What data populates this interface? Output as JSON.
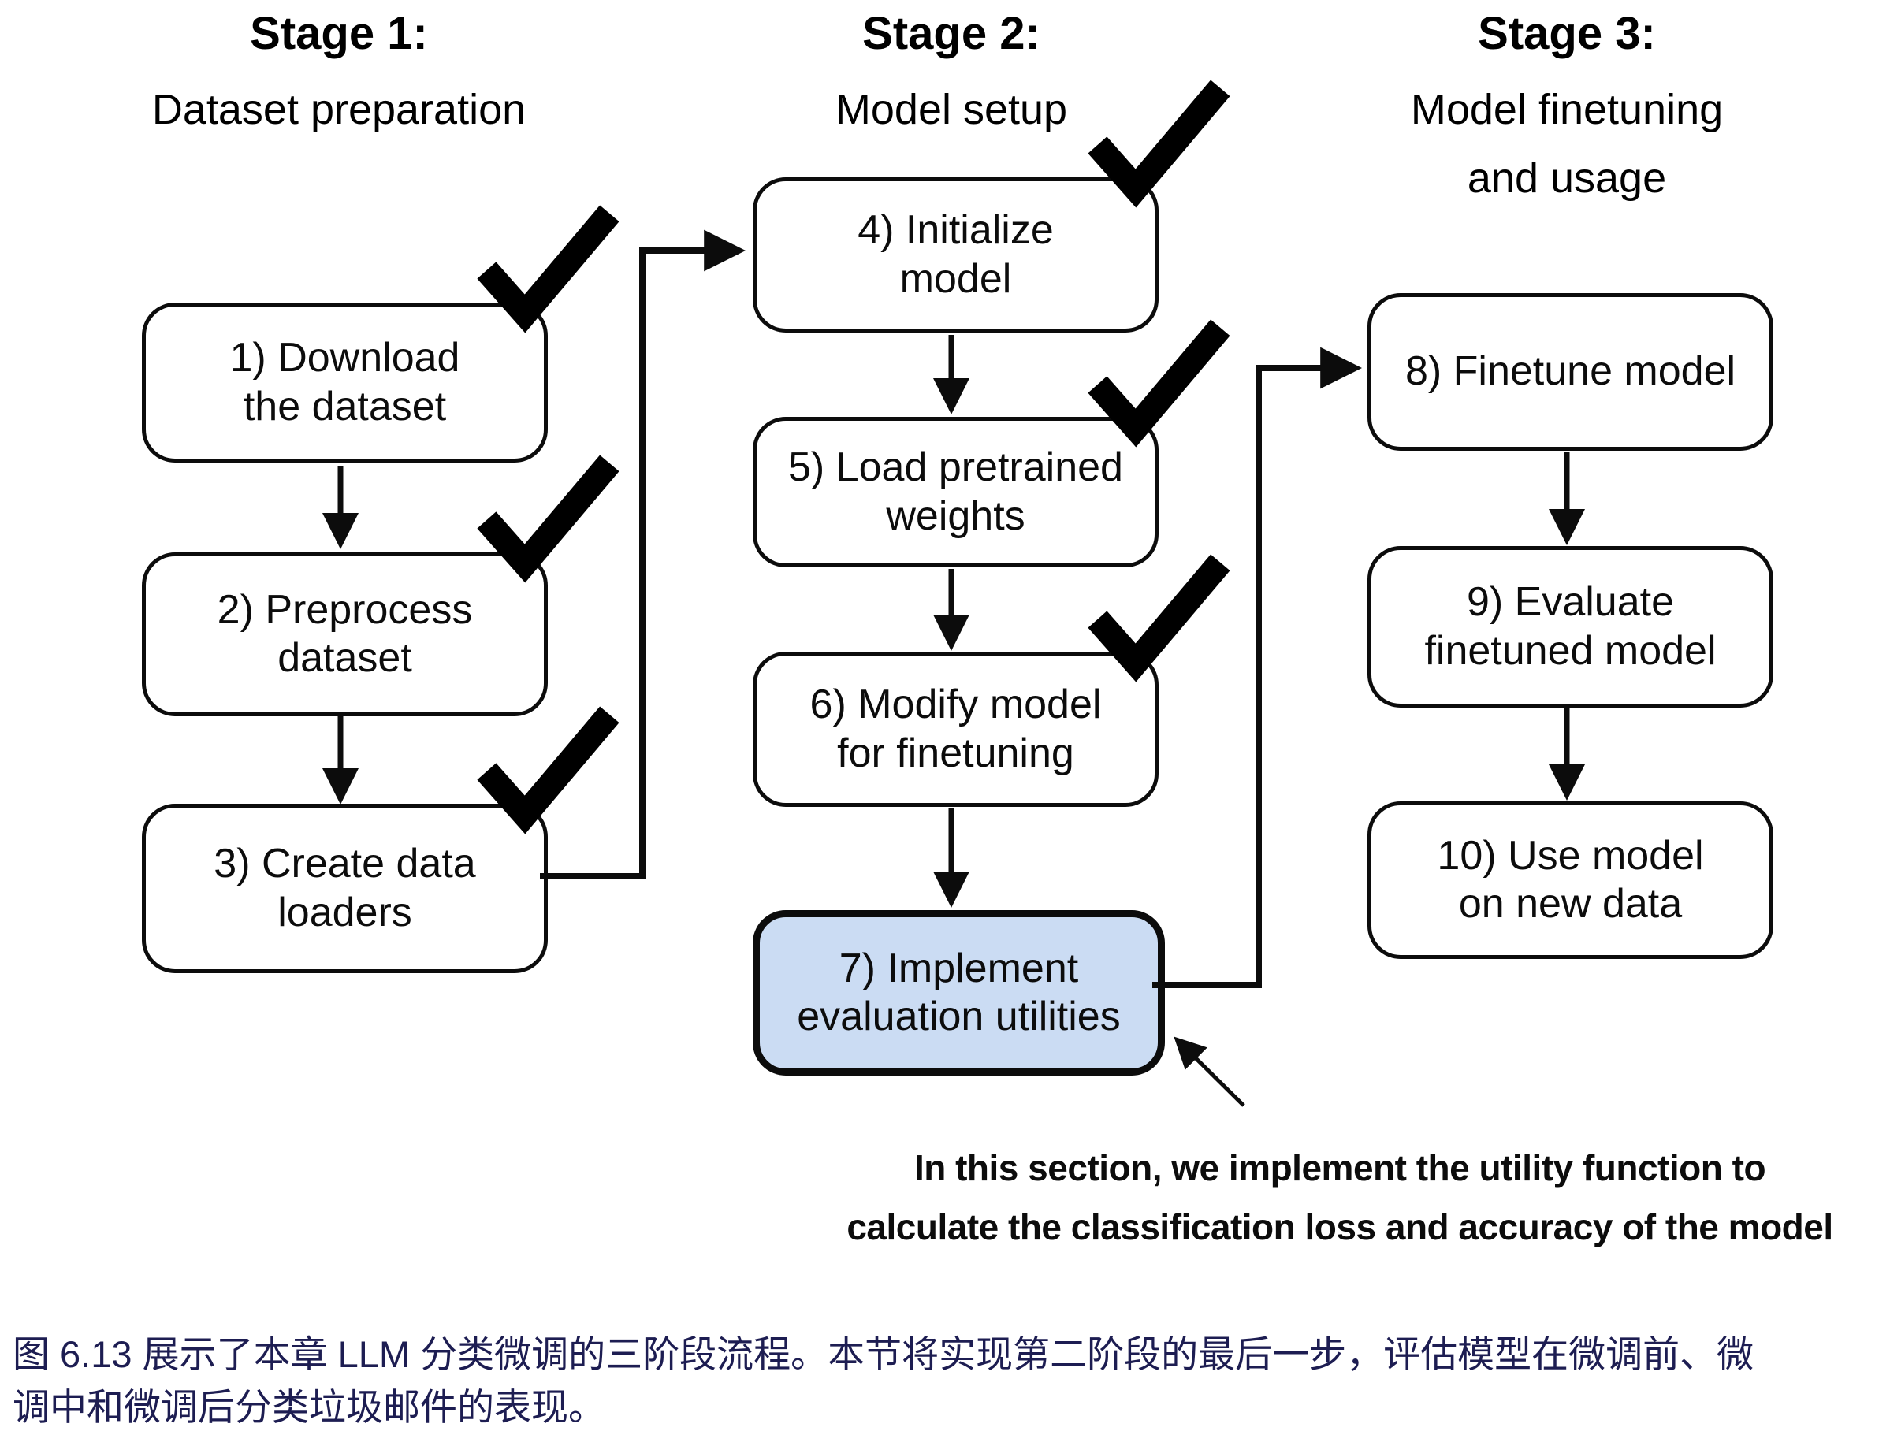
{
  "stages": {
    "s1": {
      "title": "Stage 1:",
      "sub1": "Dataset preparation"
    },
    "s2": {
      "title": "Stage 2:",
      "sub1": "Model setup"
    },
    "s3": {
      "title": "Stage 3:",
      "sub1": "Model finetuning",
      "sub2": "and usage"
    }
  },
  "boxes": {
    "box1": {
      "line1": "1) Download",
      "line2": "the dataset"
    },
    "box2": {
      "line1": "2) Preprocess",
      "line2": "dataset"
    },
    "box3": {
      "line1": "3) Create data",
      "line2": "loaders"
    },
    "box4": {
      "line1": "4) Initialize",
      "line2": "model"
    },
    "box5": {
      "line1": "5) Load pretrained",
      "line2": "weights"
    },
    "box6": {
      "line1": "6) Modify model",
      "line2": "for finetuning"
    },
    "box7": {
      "line1": "7) Implement",
      "line2": "evaluation utilities"
    },
    "box8": {
      "line1": "8) Finetune model"
    },
    "box9": {
      "line1": "9) Evaluate",
      "line2": "finetuned model"
    },
    "box10": {
      "line1": "10) Use model",
      "line2": "on new data"
    }
  },
  "checkmarked_steps": [
    "1",
    "2",
    "3",
    "4",
    "5",
    "6"
  ],
  "annotation": {
    "line1": "In this section, we implement the utility function to",
    "line2": "calculate the classification loss and accuracy of the model"
  },
  "caption": {
    "line1": "图 6.13 展示了本章 LLM 分类微调的三阶段流程。本节将实现第二阶段的最后一步，评估模型在微调前、微",
    "line2": "调中和微调后分类垃圾邮件的表现。"
  },
  "colors": {
    "box_highlight_fill": "#cbdcf3",
    "caption_text": "#1d1d52",
    "diagram_ink": "#000000"
  }
}
